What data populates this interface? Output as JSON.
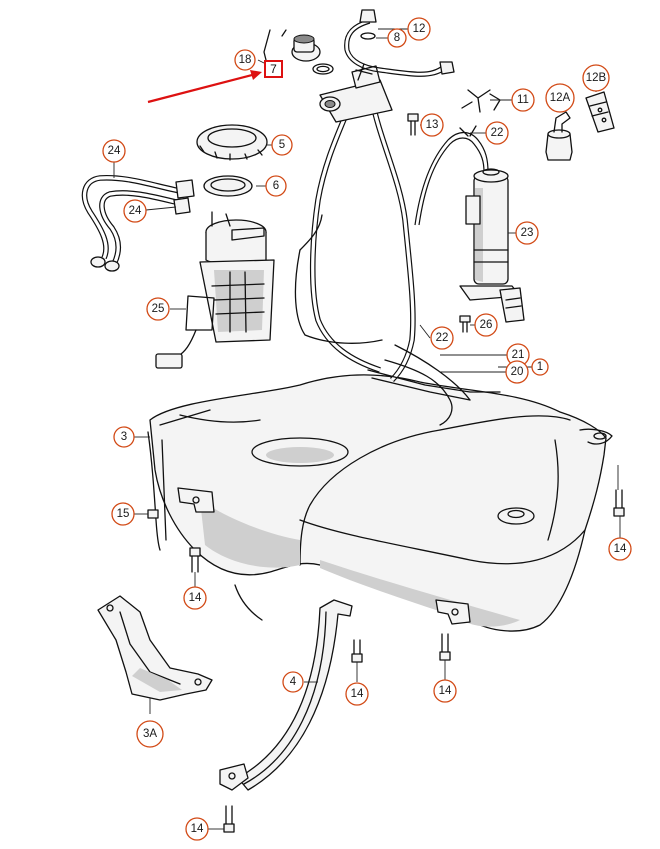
{
  "callouts": {
    "c1": "1",
    "c3": "3",
    "c3a": "3A",
    "c4": "4",
    "c5": "5",
    "c6": "6",
    "c8": "8",
    "c11": "11",
    "c12": "12",
    "c12a": "12A",
    "c12b": "12B",
    "c13": "13",
    "c14a": "14",
    "c14b": "14",
    "c14c": "14",
    "c14d": "14",
    "c14e": "14",
    "c15": "15",
    "c18": "18",
    "c20": "20",
    "c21": "21",
    "c22a": "22",
    "c22b": "22",
    "c23": "23",
    "c24a": "24",
    "c24b": "24",
    "c25": "25",
    "c26": "26"
  },
  "highlight": {
    "label": "7",
    "box_color": "#dd1111",
    "arrow_color": "#dd1111"
  },
  "colors": {
    "callout_ring": "#d24a16",
    "line": "#111111",
    "background": "#ffffff"
  }
}
